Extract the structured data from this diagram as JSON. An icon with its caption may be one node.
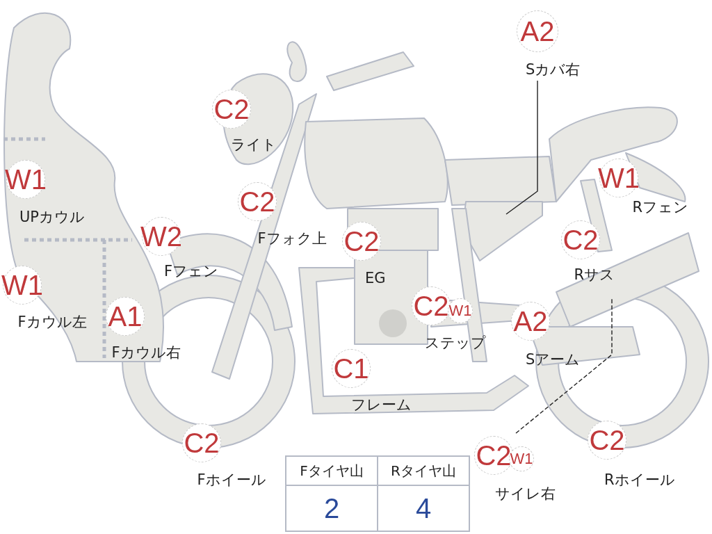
{
  "diagram": {
    "nodes": [
      {
        "text": [
          "A2"
        ],
        "beside": [
          "Sカバ右"
        ]
      },
      {
        "text": [
          "C2"
        ],
        "beside": [
          "ライト"
        ]
      },
      {
        "text": [
          "W1"
        ],
        "beside": [
          "UPカウル"
        ]
      },
      {
        "text": [
          "C2"
        ],
        "beside": [
          "Fフォク上"
        ]
      },
      {
        "text": [
          "W1"
        ],
        "beside": [
          "Rフェン"
        ]
      },
      {
        "text": [
          "W2"
        ],
        "beside": [
          "Fフェン"
        ]
      },
      {
        "text": [
          "C2"
        ],
        "beside": [
          "EG"
        ]
      },
      {
        "text": [
          "C2"
        ],
        "beside": [
          "Rサス"
        ]
      },
      {
        "text": [
          "W1"
        ],
        "beside": [
          "Fカウル左"
        ]
      },
      {
        "text": [
          "C2"
        ],
        "beside": [
          "ステップ"
        ]
      },
      {
        "text": [
          "W1"
        ]
      },
      {
        "text": [
          "A1"
        ],
        "beside": [
          "Fカウル右"
        ]
      },
      {
        "text": [
          "A2"
        ],
        "beside": [
          "Sアーム"
        ]
      },
      {
        "text": [
          "C1"
        ],
        "beside": [
          "フレーム"
        ]
      },
      {
        "text": [
          "C2"
        ],
        "beside": [
          "Fホイール"
        ]
      },
      {
        "text": [
          "C2"
        ],
        "beside": [
          "サイレ右"
        ]
      },
      {
        "text": [
          "W1"
        ]
      },
      {
        "text": [
          "C2"
        ],
        "beside": [
          "Rホイール"
        ]
      }
    ],
    "edges": [
      {
        "from": 0,
        "to": null,
        "arrow": "none"
      },
      {
        "from": 15,
        "to": null,
        "arrow": "none",
        "style": "dashed"
      }
    ],
    "labels": [
      "Fタイヤ山",
      "Rタイヤ山",
      "2",
      "4"
    ]
  }
}
